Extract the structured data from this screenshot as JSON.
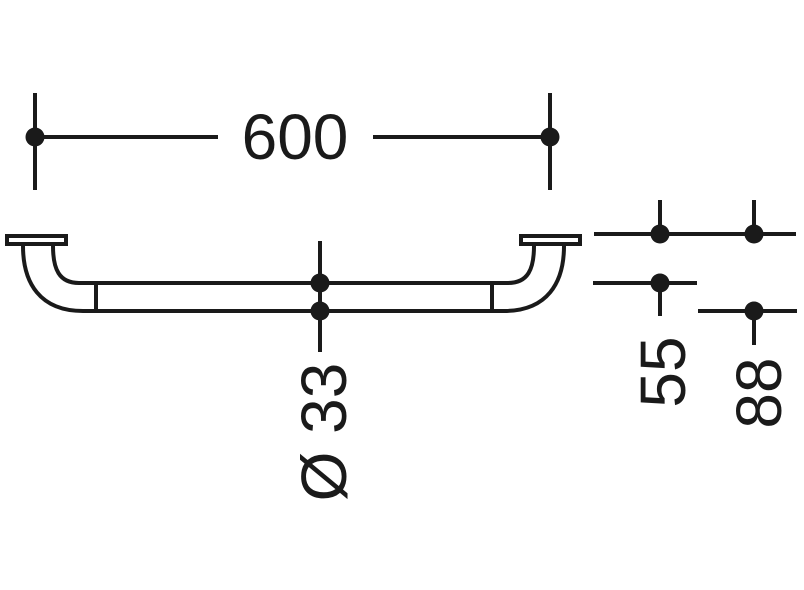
{
  "meta": {
    "background_color": "#ffffff",
    "line_color": "#1a1a1a",
    "drawing_kind": "technical dimension drawing of a wall-mounted grab bar, front elevation"
  },
  "dimensions": {
    "length": "600",
    "diameter": "Ø 33",
    "offset_top": "55",
    "offset_bottom": "88"
  }
}
